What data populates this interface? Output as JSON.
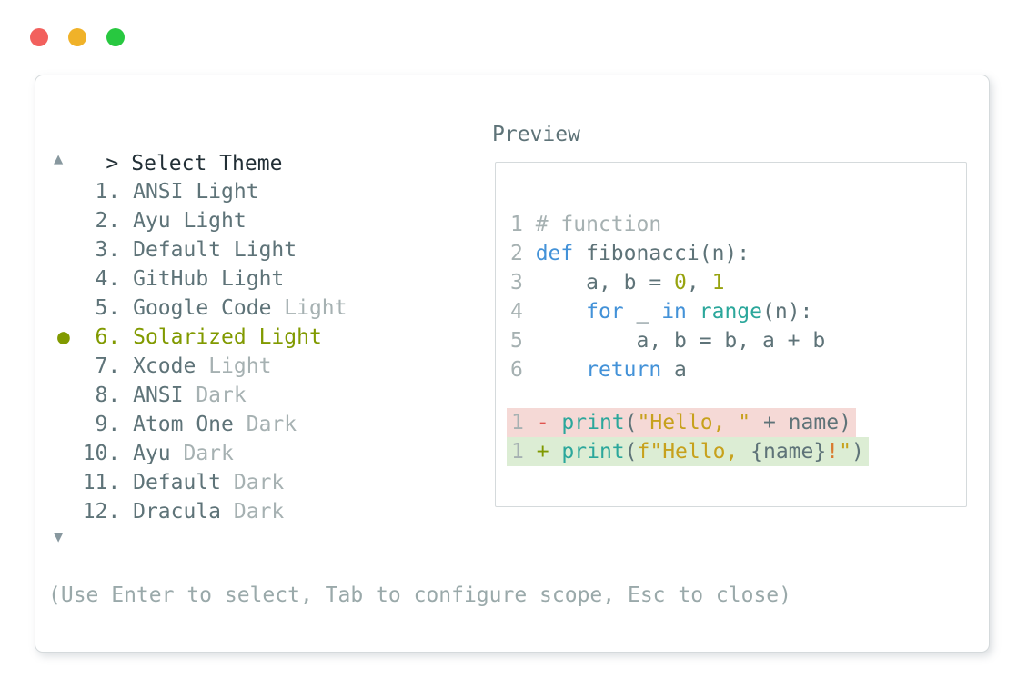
{
  "window": {
    "controls": [
      {
        "name": "close",
        "color": "#f2605d"
      },
      {
        "name": "minimize",
        "color": "#f0b229"
      },
      {
        "name": "maximize",
        "color": "#28c840"
      }
    ]
  },
  "header": {
    "prompt": ">",
    "title": "Select Theme"
  },
  "list": {
    "scroll_up_symbol": "▲",
    "scroll_down_symbol": "▼",
    "selected_marker": "●",
    "items": [
      {
        "num": 1,
        "name": "ANSI",
        "variant": "Light",
        "variant_dimmed": false,
        "selected": false
      },
      {
        "num": 2,
        "name": "Ayu",
        "variant": "Light",
        "variant_dimmed": false,
        "selected": false
      },
      {
        "num": 3,
        "name": "Default",
        "variant": "Light",
        "variant_dimmed": false,
        "selected": false
      },
      {
        "num": 4,
        "name": "GitHub",
        "variant": "Light",
        "variant_dimmed": false,
        "selected": false
      },
      {
        "num": 5,
        "name": "Google Code",
        "variant": "Light",
        "variant_dimmed": true,
        "selected": false
      },
      {
        "num": 6,
        "name": "Solarized",
        "variant": "Light",
        "variant_dimmed": false,
        "selected": true
      },
      {
        "num": 7,
        "name": "Xcode",
        "variant": "Light",
        "variant_dimmed": true,
        "selected": false
      },
      {
        "num": 8,
        "name": "ANSI",
        "variant": "Dark",
        "variant_dimmed": true,
        "selected": false
      },
      {
        "num": 9,
        "name": "Atom One",
        "variant": "Dark",
        "variant_dimmed": true,
        "selected": false
      },
      {
        "num": 10,
        "name": "Ayu",
        "variant": "Dark",
        "variant_dimmed": true,
        "selected": false
      },
      {
        "num": 11,
        "name": "Default",
        "variant": "Dark",
        "variant_dimmed": true,
        "selected": false
      },
      {
        "num": 12,
        "name": "Dracula",
        "variant": "Dark",
        "variant_dimmed": true,
        "selected": false
      }
    ]
  },
  "preview": {
    "label": "Preview",
    "code_lines": [
      {
        "num": "1",
        "tokens": [
          {
            "t": "# function",
            "c": "comment"
          }
        ]
      },
      {
        "num": "2",
        "tokens": [
          {
            "t": "def",
            "c": "keyword"
          },
          {
            "t": " fibonacci(n):",
            "c": "plain"
          }
        ]
      },
      {
        "num": "3",
        "tokens": [
          {
            "t": "    a, b = ",
            "c": "plain"
          },
          {
            "t": "0",
            "c": "number"
          },
          {
            "t": ", ",
            "c": "plain"
          },
          {
            "t": "1",
            "c": "number"
          }
        ]
      },
      {
        "num": "4",
        "tokens": [
          {
            "t": "    ",
            "c": "plain"
          },
          {
            "t": "for",
            "c": "keyword"
          },
          {
            "t": " _ ",
            "c": "plain"
          },
          {
            "t": "in",
            "c": "keyword"
          },
          {
            "t": " ",
            "c": "plain"
          },
          {
            "t": "range",
            "c": "builtin"
          },
          {
            "t": "(n):",
            "c": "plain"
          }
        ]
      },
      {
        "num": "5",
        "tokens": [
          {
            "t": "        a, b = b, a + b",
            "c": "plain"
          }
        ]
      },
      {
        "num": "6",
        "tokens": [
          {
            "t": "    ",
            "c": "plain"
          },
          {
            "t": "return",
            "c": "keyword"
          },
          {
            "t": " a",
            "c": "plain"
          }
        ]
      }
    ],
    "diff_lines": [
      {
        "num": "1",
        "change": "removed",
        "tokens": [
          {
            "t": "- ",
            "c": "red"
          },
          {
            "t": "print",
            "c": "builtin"
          },
          {
            "t": "(",
            "c": "plain"
          },
          {
            "t": "\"Hello, \"",
            "c": "string"
          },
          {
            "t": " + name)",
            "c": "plain"
          }
        ]
      },
      {
        "num": "1",
        "change": "added",
        "tokens": [
          {
            "t": "+ ",
            "c": "green"
          },
          {
            "t": "print",
            "c": "builtin"
          },
          {
            "t": "(",
            "c": "plain"
          },
          {
            "t": "f\"Hello, ",
            "c": "string"
          },
          {
            "t": "{name}",
            "c": "plain"
          },
          {
            "t": "!",
            "c": "orange"
          },
          {
            "t": "\"",
            "c": "string"
          },
          {
            "t": ")",
            "c": "plain"
          }
        ]
      }
    ]
  },
  "footer": {
    "hint": "(Use Enter to select, Tab to configure scope, Esc to close)"
  },
  "colors": {
    "panel-border": "#d5dadc",
    "title": "#222f36",
    "text": "#5e7378",
    "dim": "#a6b1b2",
    "linenum": "#a6b1b2",
    "selected": "#819a00",
    "keyword": "#4392d8",
    "builtin": "#2ba79b",
    "string": "#c7a11c",
    "number": "#97a30f",
    "red": "#e0534e",
    "green": "#7f9900",
    "orange": "#d97a2e",
    "removed-bg": "#f5d9d6",
    "added-bg": "#dcedd4",
    "scroll-indicator": "#88989f",
    "footer": "#9aa9aa"
  }
}
